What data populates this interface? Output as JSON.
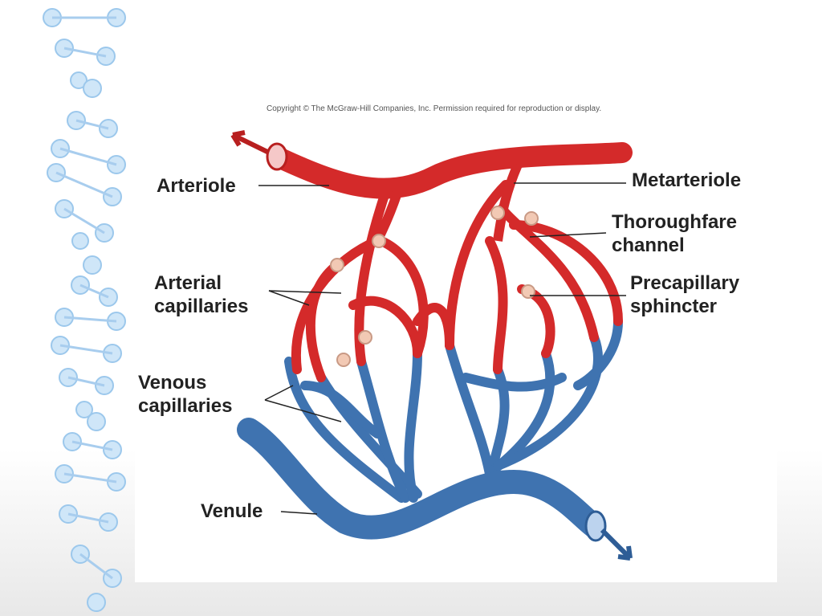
{
  "copyright": "Copyright © The McGraw-Hill Companies, Inc. Permission required for reproduction or display.",
  "labels": {
    "arteriole": "Arteriole",
    "metarteriole": "Metarteriole",
    "thoroughfare": "Thoroughfare channel",
    "arterial_capillaries": "Arterial capillaries",
    "precapillary": "Precapillary sphincter",
    "venous_capillaries": "Venous capillaries",
    "venule": "Venule"
  },
  "colors": {
    "artery": "#d42a2a",
    "vein": "#3f73b0",
    "sphincter": "#f2c9b4"
  }
}
